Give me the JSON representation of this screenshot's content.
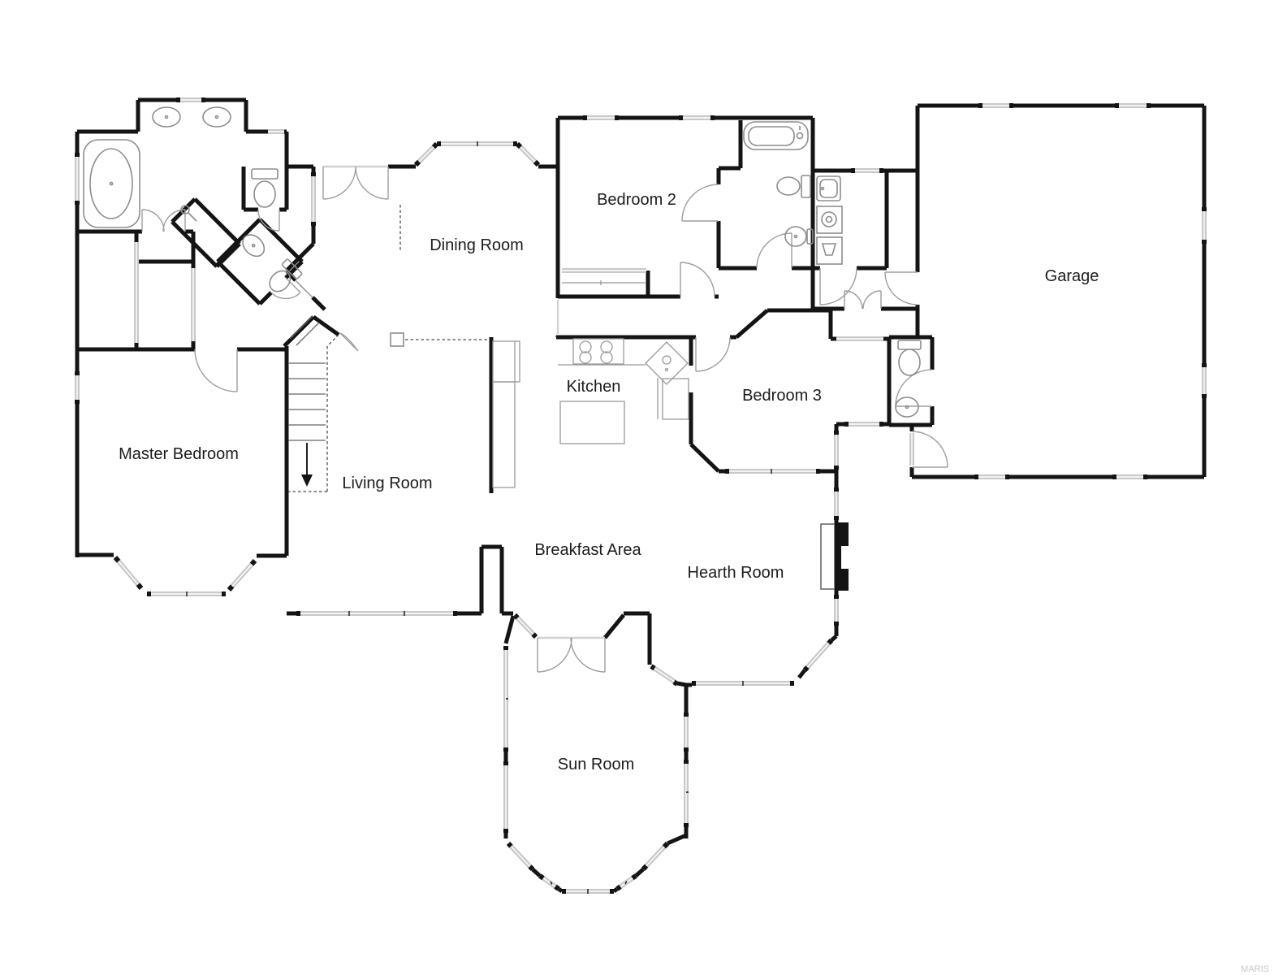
{
  "floorplan": {
    "type": "residential-floor-plan",
    "rooms": [
      {
        "id": "master-bedroom",
        "label": "Master Bedroom"
      },
      {
        "id": "living-room",
        "label": "Living Room"
      },
      {
        "id": "dining-room",
        "label": "Dining Room"
      },
      {
        "id": "bedroom-2",
        "label": "Bedroom 2"
      },
      {
        "id": "kitchen",
        "label": "Kitchen"
      },
      {
        "id": "bedroom-3",
        "label": "Bedroom 3"
      },
      {
        "id": "garage",
        "label": "Garage"
      },
      {
        "id": "breakfast-area",
        "label": "Breakfast Area"
      },
      {
        "id": "hearth-room",
        "label": "Hearth Room"
      },
      {
        "id": "sun-room",
        "label": "Sun Room"
      }
    ],
    "watermark": "MARIS",
    "colors": {
      "wall": "#141414",
      "window": "#c9c9c9",
      "door_arc": "#9e9e9e",
      "fixture": "#8d8d8d",
      "label": "#1c1c1c",
      "watermark": "#c8c8c8",
      "dashed": "#4a4a4a",
      "background": "#ffffff"
    }
  }
}
